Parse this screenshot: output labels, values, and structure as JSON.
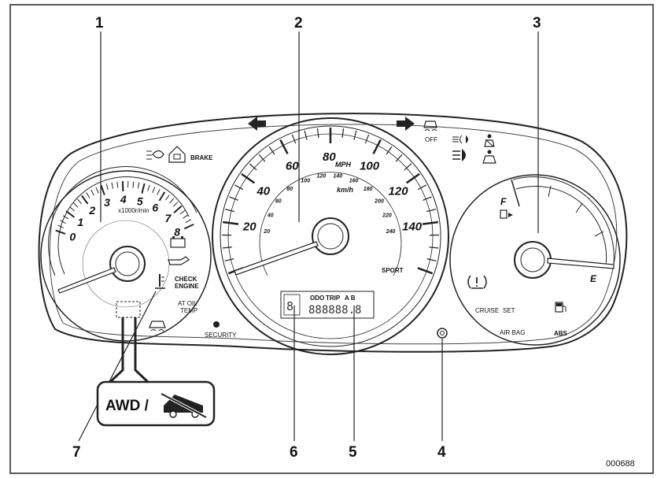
{
  "callouts": [
    "1",
    "2",
    "3",
    "4",
    "5",
    "6",
    "7"
  ],
  "figure_id": "000688",
  "tacho": {
    "numbers": [
      "0",
      "1",
      "2",
      "3",
      "4",
      "5",
      "6",
      "7",
      "8"
    ],
    "unit": "x1000r/min",
    "warnings": [
      "CHECK",
      "ENGINE"
    ],
    "at_oil": [
      "AT OIL",
      "TEMP"
    ],
    "security": "SECURITY",
    "brake": "BRAKE"
  },
  "speedo": {
    "mph": [
      "20",
      "40",
      "60",
      "80",
      "100",
      "120",
      "140"
    ],
    "kmh": [
      "20",
      "40",
      "60",
      "80",
      "100",
      "120",
      "140",
      "160",
      "180",
      "200",
      "220",
      "240"
    ],
    "mph_unit": "MPH",
    "kmh_unit": "km/h",
    "sport": "SPORT"
  },
  "lcd": {
    "header_odo": "ODO",
    "header_trip": "TRIP",
    "header_ab": "A B",
    "digits": "888888.8"
  },
  "fuel": {
    "full": "F",
    "empty": "E",
    "cruise": "CRUISE",
    "set": "SET",
    "airbag": "AIR BAG",
    "abs": "ABS",
    "off": "OFF"
  },
  "inset": {
    "awd": "AWD /"
  }
}
